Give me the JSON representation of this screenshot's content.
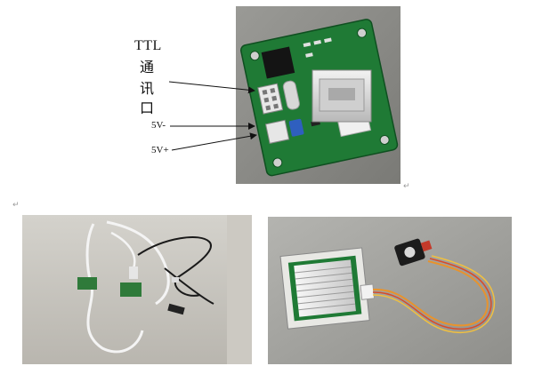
{
  "labels": {
    "ttl": "TTL",
    "cjk_1": "通",
    "cjk_2": "讯",
    "cjk_3": "口",
    "v5_minus": "5V-",
    "v5_plus": "5V+"
  },
  "paragraph_mark": "↵",
  "colors": {
    "pcb_green": "#1f7a35",
    "pcb_background": "#8a8a86",
    "cable_white": "#eeeeee",
    "cable_black": "#1a1a1a",
    "ribbon_orange": "#e8932c"
  }
}
